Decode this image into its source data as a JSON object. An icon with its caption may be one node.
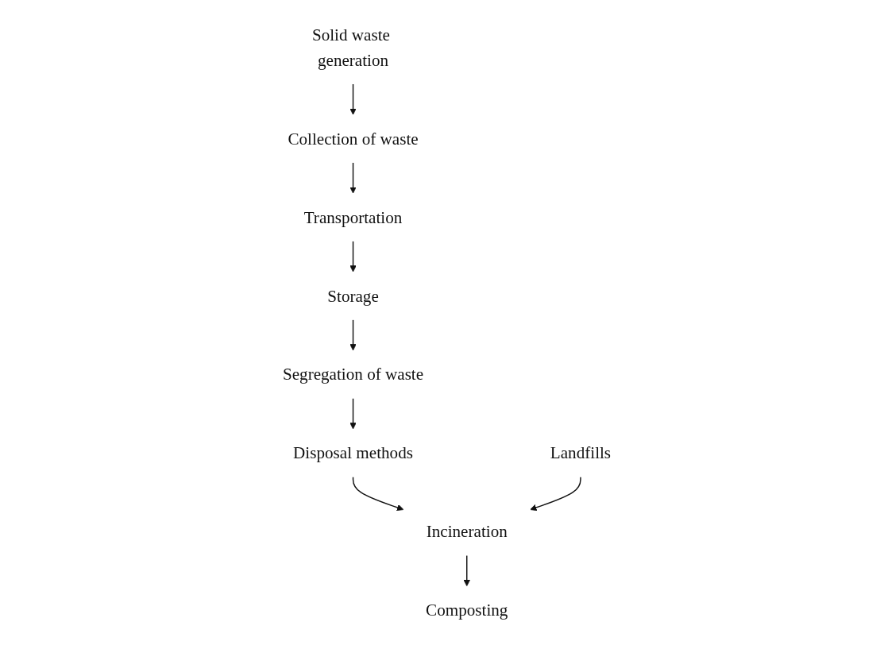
{
  "diagram": {
    "nodes": [
      {
        "text": [
          "Solid waste generation"
        ]
      },
      {
        "text": [
          "Collection of waste"
        ]
      },
      {
        "text": [
          "Transportation"
        ]
      },
      {
        "text": [
          "Storage"
        ]
      },
      {
        "text": [
          "Segregation of waste"
        ]
      },
      {
        "text": [
          "Disposal methods"
        ]
      },
      {
        "text": [
          "Landfills"
        ]
      },
      {
        "text": [
          "Incineration"
        ]
      },
      {
        "text": [
          "Composting"
        ]
      }
    ],
    "edges": [
      {
        "from": 0,
        "to": 1,
        "arrow": "to"
      },
      {
        "from": 1,
        "to": 2,
        "arrow": "to"
      },
      {
        "from": 2,
        "to": 3,
        "arrow": "to"
      },
      {
        "from": 3,
        "to": 4,
        "arrow": "to"
      },
      {
        "from": 4,
        "to": 5,
        "arrow": "to"
      },
      {
        "from": 5,
        "to": 7,
        "arrow": "to"
      },
      {
        "from": 6,
        "to": 7,
        "arrow": "to"
      },
      {
        "from": 7,
        "to": 8,
        "arrow": "to"
      }
    ]
  }
}
